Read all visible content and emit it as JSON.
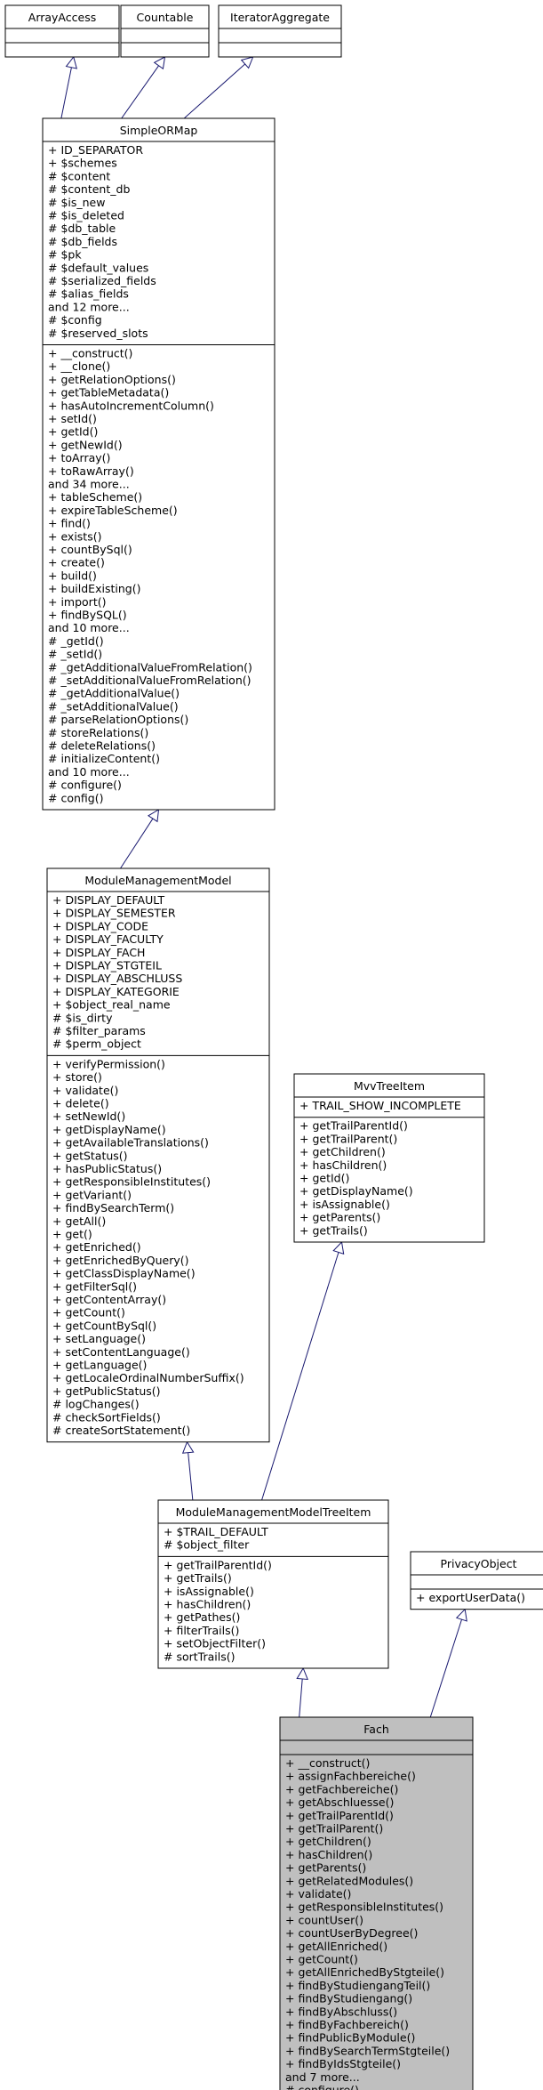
{
  "classes": [
    {
      "id": "array_access",
      "name": "ArrayAccess",
      "attributes": [],
      "methods": [],
      "highlighted": false
    },
    {
      "id": "countable",
      "name": "Countable",
      "attributes": [],
      "methods": [],
      "highlighted": false
    },
    {
      "id": "iterator_aggregate",
      "name": "IteratorAggregate",
      "attributes": [],
      "methods": [],
      "highlighted": false
    },
    {
      "id": "simple_or_map",
      "name": "SimpleORMap",
      "highlighted": false,
      "attributes": [
        "+ ID_SEPARATOR",
        "+ $schemes",
        "# $content",
        "# $content_db",
        "# $is_new",
        "# $is_deleted",
        "# $db_table",
        "# $db_fields",
        "# $pk",
        "# $default_values",
        "# $serialized_fields",
        "# $alias_fields",
        "and 12 more...",
        "# $config",
        "# $reserved_slots"
      ],
      "methods": [
        "+ __construct()",
        "+ __clone()",
        "+ getRelationOptions()",
        "+ getTableMetadata()",
        "+ hasAutoIncrementColumn()",
        "+ setId()",
        "+ getId()",
        "+ getNewId()",
        "+ toArray()",
        "+ toRawArray()",
        "and 34 more...",
        "+ tableScheme()",
        "+ expireTableScheme()",
        "+ find()",
        "+ exists()",
        "+ countBySql()",
        "+ create()",
        "+ build()",
        "+ buildExisting()",
        "+ import()",
        "+ findBySQL()",
        "and 10 more...",
        "# _getId()",
        "# _setId()",
        "# _getAdditionalValueFromRelation()",
        "# _setAdditionalValueFromRelation()",
        "# _getAdditionalValue()",
        "# _setAdditionalValue()",
        "# parseRelationOptions()",
        "# storeRelations()",
        "# deleteRelations()",
        "# initializeContent()",
        "and 10 more...",
        "# configure()",
        "# config()"
      ]
    },
    {
      "id": "module_management_model",
      "name": "ModuleManagementModel",
      "highlighted": false,
      "attributes": [
        "+ DISPLAY_DEFAULT",
        "+ DISPLAY_SEMESTER",
        "+ DISPLAY_CODE",
        "+ DISPLAY_FACULTY",
        "+ DISPLAY_FACH",
        "+ DISPLAY_STGTEIL",
        "+ DISPLAY_ABSCHLUSS",
        "+ DISPLAY_KATEGORIE",
        "+ $object_real_name",
        "# $is_dirty",
        "# $filter_params",
        "# $perm_object"
      ],
      "methods": [
        "+ verifyPermission()",
        "+ store()",
        "+ validate()",
        "+ delete()",
        "+ setNewId()",
        "+ getDisplayName()",
        "+ getAvailableTranslations()",
        "+ getStatus()",
        "+ hasPublicStatus()",
        "+ getResponsibleInstitutes()",
        "+ getVariant()",
        "+ findBySearchTerm()",
        "+ getAll()",
        "+ get()",
        "+ getEnriched()",
        "+ getEnrichedByQuery()",
        "+ getClassDisplayName()",
        "+ getFilterSql()",
        "+ getContentArray()",
        "+ getCount()",
        "+ getCountBySql()",
        "+ setLanguage()",
        "+ setContentLanguage()",
        "+ getLanguage()",
        "+ getLocaleOrdinalNumberSuffix()",
        "+ getPublicStatus()",
        "# logChanges()",
        "# checkSortFields()",
        "# createSortStatement()"
      ]
    },
    {
      "id": "mvv_tree_item",
      "name": "MvvTreeItem",
      "highlighted": false,
      "attributes": [
        "+ TRAIL_SHOW_INCOMPLETE"
      ],
      "methods": [
        "+ getTrailParentId()",
        "+ getTrailParent()",
        "+ getChildren()",
        "+ hasChildren()",
        "+ getId()",
        "+ getDisplayName()",
        "+ isAssignable()",
        "+ getParents()",
        "+ getTrails()"
      ]
    },
    {
      "id": "module_management_model_tree_item",
      "name": "ModuleManagementModelTreeItem",
      "highlighted": false,
      "attributes": [
        "+ $TRAIL_DEFAULT",
        "# $object_filter"
      ],
      "methods": [
        "+ getTrailParentId()",
        "+ getTrails()",
        "+ isAssignable()",
        "+ hasChildren()",
        "+ getPathes()",
        "+ filterTrails()",
        "+ setObjectFilter()",
        "# sortTrails()"
      ]
    },
    {
      "id": "privacy_object",
      "name": "PrivacyObject",
      "highlighted": false,
      "attributes": [],
      "methods": [
        "+ exportUserData()"
      ]
    },
    {
      "id": "fach",
      "name": "Fach",
      "highlighted": true,
      "attributes": [],
      "methods": [
        "+ __construct()",
        "+ assignFachbereiche()",
        "+ getFachbereiche()",
        "+ getAbschluesse()",
        "+ getTrailParentId()",
        "+ getTrailParent()",
        "+ getChildren()",
        "+ hasChildren()",
        "+ getParents()",
        "+ getRelatedModules()",
        "+ validate()",
        "+ getResponsibleInstitutes()",
        "+ countUser()",
        "+ countUserByDegree()",
        "+ getAllEnriched()",
        "+ getCount()",
        "+ getAllEnrichedByStgteile()",
        "+ findByStudiengangTeil()",
        "+ findByStudiengang()",
        "+ findByAbschluss()",
        "+ findByFachbereich()",
        "+ findPublicByModule()",
        "+ findBySearchTermStgteile()",
        "+ findByIdsStgteile()",
        "and 7 more...",
        "# configure()"
      ]
    }
  ],
  "inheritance": [
    {
      "from": "simple_or_map",
      "to": "array_access"
    },
    {
      "from": "simple_or_map",
      "to": "countable"
    },
    {
      "from": "simple_or_map",
      "to": "iterator_aggregate"
    },
    {
      "from": "module_management_model",
      "to": "simple_or_map"
    },
    {
      "from": "module_management_model_tree_item",
      "to": "module_management_model"
    },
    {
      "from": "module_management_model_tree_item",
      "to": "mvv_tree_item"
    },
    {
      "from": "fach",
      "to": "module_management_model_tree_item"
    },
    {
      "from": "fach",
      "to": "privacy_object"
    }
  ],
  "colors": {
    "box_fill": "#ffffff",
    "highlight_fill": "#bfbfbf",
    "border": "#000000",
    "arrow": "#191970"
  }
}
